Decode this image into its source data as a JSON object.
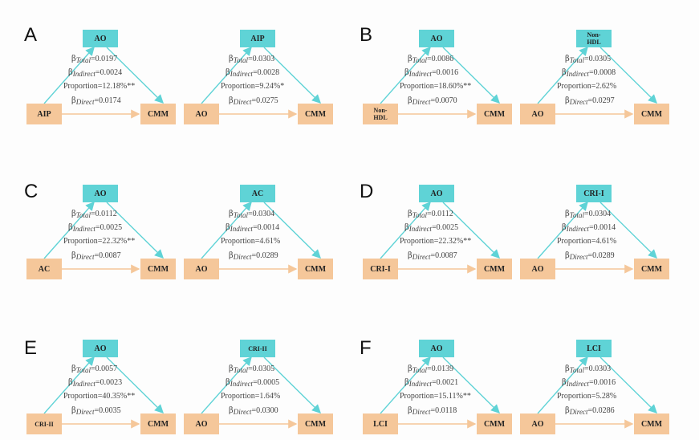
{
  "colors": {
    "mediator_box": "#5fd3d6",
    "xy_box": "#f5c79a",
    "indirect_arrow": "#5fd3d6",
    "direct_arrow": "#f5c79a"
  },
  "symbols": {
    "beta": "β",
    "total_sub": "Total",
    "indirect_sub": "Indirect",
    "direct_sub": "Direct",
    "proportion_label": "Proportion"
  },
  "panels": [
    {
      "letter": "A",
      "diagrams": [
        {
          "x": "AIP",
          "m": "AO",
          "y": "CMM",
          "total": "=0.0197",
          "indirect": "=0.0024",
          "proportion": "=12.18%**",
          "direct": "=0.0174"
        },
        {
          "x": "AO",
          "m": "AIP",
          "y": "CMM",
          "total": "=0.0303",
          "indirect": "=0.0028",
          "proportion": "=9.24%*",
          "direct": "=0.0275"
        }
      ]
    },
    {
      "letter": "B",
      "diagrams": [
        {
          "x": "Non-HDL",
          "m": "AO",
          "y": "CMM",
          "total": "=0.0086",
          "indirect": "=0.0016",
          "proportion": "=18.60%**",
          "direct": "=0.0070"
        },
        {
          "x": "AO",
          "m": "Non-HDL",
          "y": "CMM",
          "total": "=0.0305",
          "indirect": "=0.0008",
          "proportion": "=2.62%",
          "direct": "=0.0297"
        }
      ]
    },
    {
      "letter": "C",
      "diagrams": [
        {
          "x": "AC",
          "m": "AO",
          "y": "CMM",
          "total": "=0.0112",
          "indirect": "=0.0025",
          "proportion": "=22.32%**",
          "direct": "=0.0087"
        },
        {
          "x": "AO",
          "m": "AC",
          "y": "CMM",
          "total": "=0.0304",
          "indirect": "=0.0014",
          "proportion": "=4.61%",
          "direct": "=0.0289"
        }
      ]
    },
    {
      "letter": "D",
      "diagrams": [
        {
          "x": "CRI-I",
          "m": "AO",
          "y": "CMM",
          "total": "=0.0112",
          "indirect": "=0.0025",
          "proportion": "=22.32%**",
          "direct": "=0.0087"
        },
        {
          "x": "AO",
          "m": "CRI-I",
          "y": "CMM",
          "total": "=0.0304",
          "indirect": "=0.0014",
          "proportion": "=4.61%",
          "direct": "=0.0289"
        }
      ]
    },
    {
      "letter": "E",
      "diagrams": [
        {
          "x": "CRI-II",
          "m": "AO",
          "y": "CMM",
          "total": "=0.0057",
          "indirect": "=0.0023",
          "proportion": "=40.35%**",
          "direct": "=0.0035"
        },
        {
          "x": "AO",
          "m": "CRI-II",
          "y": "CMM",
          "total": "=0.0305",
          "indirect": "=0.0005",
          "proportion": "=1.64%",
          "direct": "=0.0300"
        }
      ]
    },
    {
      "letter": "F",
      "diagrams": [
        {
          "x": "LCI",
          "m": "AO",
          "y": "CMM",
          "total": "=0.0139",
          "indirect": "=0.0021",
          "proportion": "=15.11%**",
          "direct": "=0.0118"
        },
        {
          "x": "AO",
          "m": "LCI",
          "y": "CMM",
          "total": "=0.0303",
          "indirect": "=0.0016",
          "proportion": "=5.28%",
          "direct": "=0.0286"
        }
      ]
    }
  ]
}
